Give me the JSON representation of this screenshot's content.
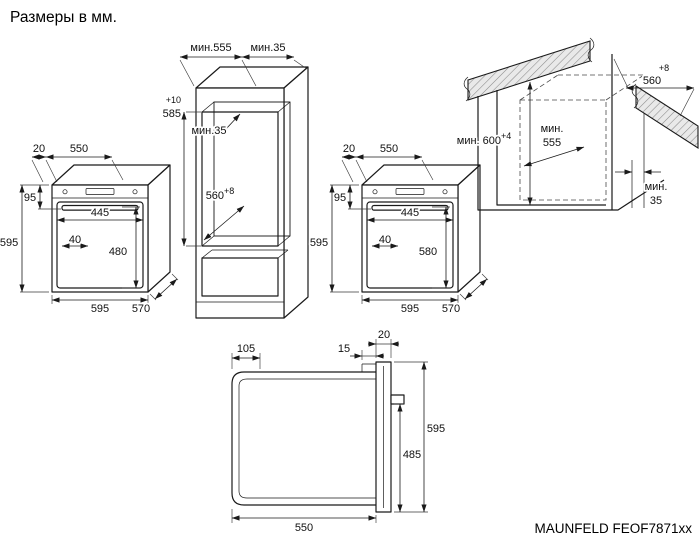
{
  "title": "Размеры в мм.",
  "model": "MAUNFELD FEOF7871xx",
  "column": {
    "depth_min": "мин.555",
    "rear_gap_min": "мин.35",
    "niche_height_tol": "+10",
    "niche_height": "585",
    "vent_gap_min": "мин.35",
    "niche_depth": "560",
    "niche_depth_tol": "+8"
  },
  "oven_left": {
    "front_offset": "20",
    "depth": "550",
    "handle_offset": "95",
    "height": "595",
    "inner_width": "445",
    "inset": "40",
    "inner_height": "480",
    "width": "595",
    "body_depth": "570"
  },
  "oven_right": {
    "front_offset": "20",
    "depth": "550",
    "handle_offset": "95",
    "height": "595",
    "inner_width": "445",
    "inset": "40",
    "inner_height": "580",
    "width": "595",
    "body_depth": "570"
  },
  "counter": {
    "niche_depth_tol": "+8",
    "niche_depth": "560",
    "height_prefix": "мин.",
    "height": "600",
    "height_tol": "+4",
    "depth_prefix": "мин.",
    "depth": "555",
    "gap_prefix": "мин.",
    "gap": "35"
  },
  "side_view": {
    "back_offset": "105",
    "front_gap": "15",
    "door_thickness": "20",
    "door_height": "595",
    "handle_clearance": "485",
    "body_depth": "550"
  }
}
